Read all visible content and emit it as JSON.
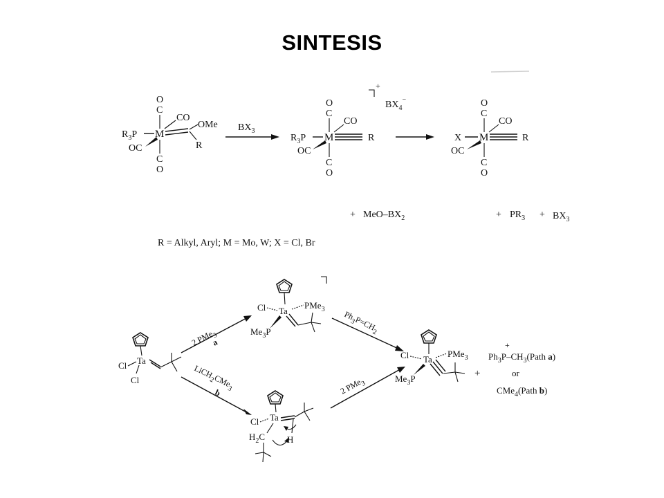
{
  "title": "SINTESIS",
  "scheme1": {
    "reactant": {
      "co_top": [
        "O",
        "C"
      ],
      "co_right": "CO",
      "ome": "OMe",
      "r": "R",
      "r3p": "R",
      "r3p_sub": "3",
      "r3p_end": "P",
      "metal": "M",
      "oc": "OC",
      "co_bottom": [
        "C",
        "O"
      ]
    },
    "arrow1_label": "BX",
    "arrow1_label_sub": "3",
    "intermediate": {
      "co_top": [
        "O",
        "C"
      ],
      "co_right": "CO",
      "r3p": "R",
      "r3p_sub": "3",
      "r3p_end": "P",
      "metal": "M",
      "r": "R",
      "oc": "OC",
      "co_bottom": [
        "C",
        "O"
      ],
      "charge": "+",
      "counterion": "BX",
      "counterion_sub": "4",
      "counterion_sup": "−"
    },
    "product": {
      "co_top": [
        "O",
        "C"
      ],
      "co_right": "CO",
      "x": "X",
      "metal": "M",
      "r": "R",
      "oc": "OC",
      "co_bottom": [
        "C",
        "O"
      ]
    },
    "byproduct1": {
      "plus": "+",
      "label": "MeO–BX",
      "sub": "2"
    },
    "byproduct2": {
      "plus1": "+",
      "pr": "PR",
      "pr_sub": "3",
      "plus2": "+",
      "bx": "BX",
      "bx_sub": "3"
    },
    "legend": "R = Alkyl, Aryl; M = Mo, W; X = Cl, Br"
  },
  "scheme2": {
    "start": {
      "ta": "Ta",
      "cl1": "Cl",
      "cl2": "Cl"
    },
    "path_a_reagent": {
      "text": "2 PMe",
      "sub": "3",
      "letter": "a"
    },
    "path_b_reagent": {
      "text": "LiCH",
      "sub1": "2",
      "mid": "CMe",
      "sub2": "3",
      "letter": "b"
    },
    "top_int": {
      "cl": "Cl",
      "ta": "Ta",
      "pme3": "PMe",
      "pme3_sub": "3",
      "me3p": "Me",
      "me3p_sub": "3",
      "me3p_end": "P"
    },
    "bottom_int": {
      "cl": "Cl",
      "ta": "Ta",
      "h2c": "H",
      "h2c_sub": "2",
      "h2c_end": "C",
      "h": "H"
    },
    "ylide": {
      "text": "Ph",
      "sub1": "3",
      "mid": "P=CH",
      "sub2": "2"
    },
    "pme3_lower": {
      "text": "2 PMe",
      "sub": "3"
    },
    "product": {
      "cl": "Cl",
      "ta": "Ta",
      "pme3": "PMe",
      "pme3_sub": "3",
      "me3p": "Me",
      "me3p_sub": "3",
      "me3p_end": "P"
    },
    "plus": "+",
    "byproducts": {
      "charge": "+",
      "ph3p": "Ph",
      "ph3p_sub": "3",
      "ph3p_mid": "P–CH",
      "ph3p_sub2": "3",
      "path_a": "(Path ",
      "a": "a",
      "close": ")",
      "or": "or",
      "cme4": "CMe",
      "cme4_sub": "4",
      "path_b": "(Path ",
      "b": "b",
      "close_b": ")"
    }
  }
}
